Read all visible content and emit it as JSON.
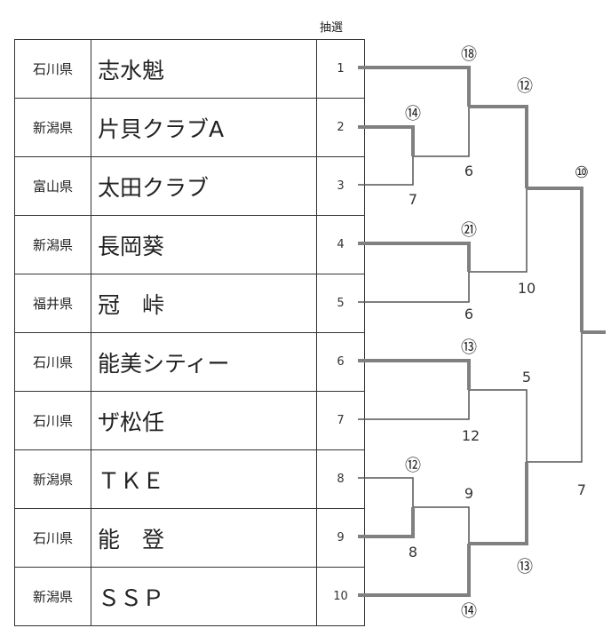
{
  "header": {
    "draw_label": "抽選"
  },
  "teams": [
    {
      "prefecture": "石川県",
      "name": "志水魁",
      "draw": "1"
    },
    {
      "prefecture": "新潟県",
      "name": "片貝クラブA",
      "draw": "2"
    },
    {
      "prefecture": "富山県",
      "name": "太田クラブ",
      "draw": "3"
    },
    {
      "prefecture": "新潟県",
      "name": "長岡葵",
      "draw": "4"
    },
    {
      "prefecture": "福井県",
      "name": "冠　峠",
      "draw": "5"
    },
    {
      "prefecture": "石川県",
      "name": "能美シティー",
      "draw": "6"
    },
    {
      "prefecture": "石川県",
      "name": "ザ松任",
      "draw": "7"
    },
    {
      "prefecture": "新潟県",
      "name": "ＴＫＥ",
      "draw": "8"
    },
    {
      "prefecture": "石川県",
      "name": "能　登",
      "draw": "9"
    },
    {
      "prefecture": "新潟県",
      "name": "ＳＳＰ",
      "draw": "10"
    }
  ],
  "scores": {
    "m1_win": "⑭",
    "m1_lose": "7",
    "m2_win": "⑱",
    "m2_lose": "6",
    "m3_win": "㉑",
    "m3_lose": "6",
    "m4_win": "⑫",
    "m4_lose": "10",
    "m5_win": "⑬",
    "m5_lose": "12",
    "m6_win": "⑫",
    "m6_lose": "8",
    "m7_win": "⑭",
    "m7_lose": "9",
    "m8_win": "⑬",
    "m8_lose": "5",
    "final_win": "⑩",
    "final_lose": "7"
  },
  "colors": {
    "winner_line": "#808080",
    "loser_line": "#555555"
  }
}
